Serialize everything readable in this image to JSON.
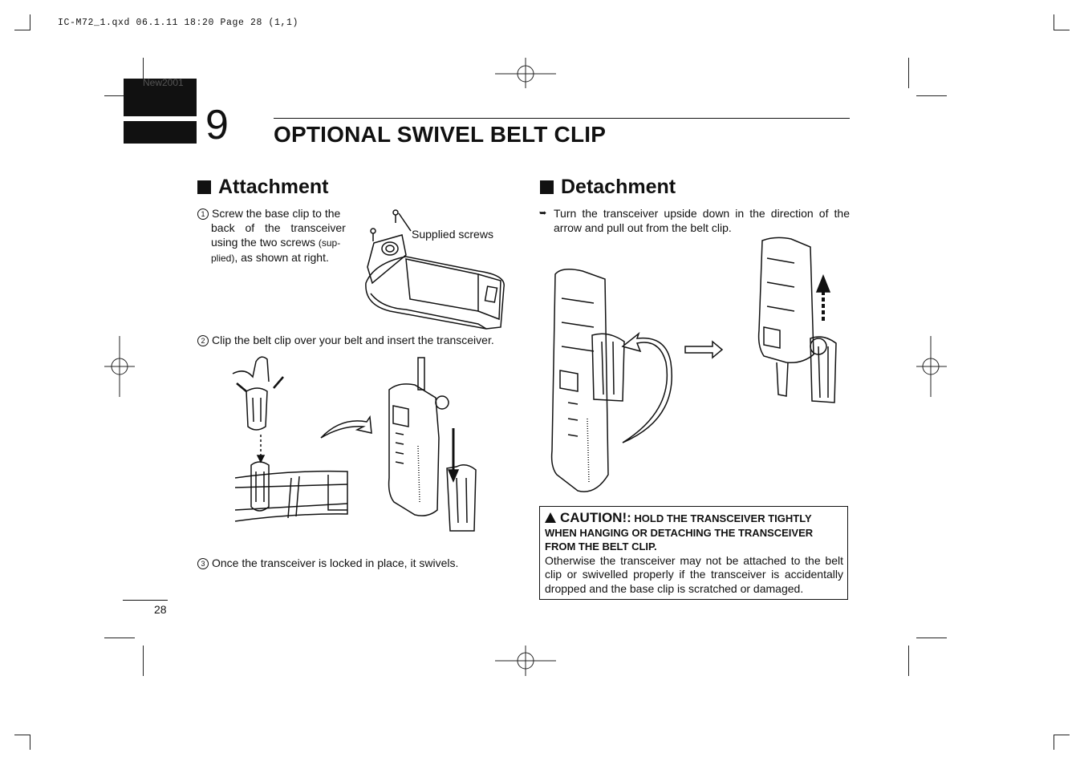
{
  "slug": "IC-M72_1.qxd  06.1.11 18:20  Page 28 (1,1)",
  "new_label": "New2001",
  "chapter": {
    "number": "9",
    "title": "OPTIONAL SWIVEL BELT CLIP"
  },
  "attachment": {
    "heading": "Attachment",
    "step1_num": "1",
    "step1_lines": [
      "Screw the base clip to the",
      "back of the transceiver",
      "using the two screws "
    ],
    "step1_small_a": "(sup-",
    "step1_small_b": "plied)",
    "step1_end": ", as shown at right.",
    "callout": "Supplied screws",
    "step2_num": "2",
    "step2": "Clip the belt clip over your belt and insert the transceiver.",
    "step3_num": "3",
    "step3": "Once the transceiver is locked in place, it swivels."
  },
  "detachment": {
    "heading": "Detachment",
    "bullet": "➥",
    "text_line1": "Turn the transceiver upside down in the direction of the",
    "text_line2": "arrow and pull out from the belt clip."
  },
  "caution": {
    "icon": "warning-triangle-icon",
    "label": "CAUTION!:",
    "head_rest": " HOLD THE TRANSCEIVER TIGHTLY",
    "head_line2": "WHEN HANGING OR DETACHING THE TRANSCEIVER",
    "head_line3": "FROM THE BELT CLIP.",
    "body": "Otherwise the transceiver may not be attached to the belt clip or swivelled properly if the transceiver is accidentally dropped and the base clip is scratched or damaged."
  },
  "page_number": "28"
}
